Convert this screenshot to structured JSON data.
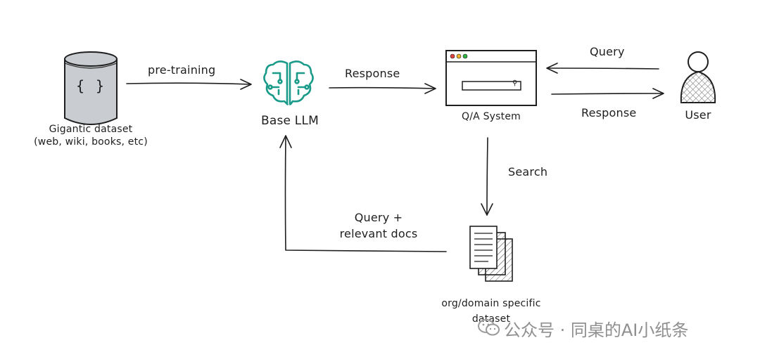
{
  "nodes": {
    "dataset": {
      "icon_text": "{ }",
      "label_line1": "Gigantic dataset",
      "label_line2": "(web, wiki, books, etc)"
    },
    "llm": {
      "label": "Base LLM"
    },
    "qa": {
      "label": "Q/A System",
      "search_icon": "⚲"
    },
    "user": {
      "label": "User"
    },
    "docs": {
      "label_line1": "org/domain specific",
      "label_line2": "dataset"
    }
  },
  "edges": {
    "pretraining": "pre-training",
    "response_llm": "Response",
    "query_user": "Query",
    "response_user": "Response",
    "search": "Search",
    "query_docs_line1": "Query +",
    "query_docs_line2": "relevant docs"
  },
  "watermark": {
    "text": "公众号 · 同桌的AI小纸条"
  }
}
